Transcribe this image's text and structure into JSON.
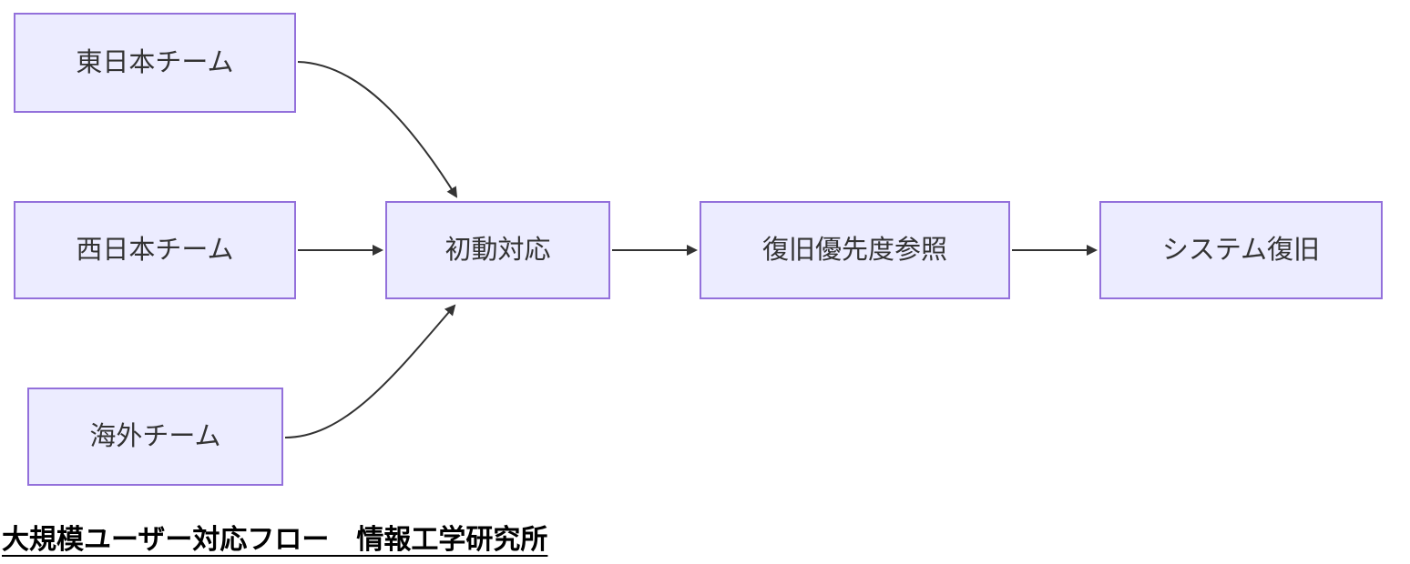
{
  "diagram": {
    "type": "flowchart",
    "direction": "left-to-right",
    "nodes": [
      {
        "id": "east-japan-team",
        "label": "東日本チーム"
      },
      {
        "id": "west-japan-team",
        "label": "西日本チーム"
      },
      {
        "id": "overseas-team",
        "label": "海外チーム"
      },
      {
        "id": "initial-response",
        "label": "初動対応"
      },
      {
        "id": "recovery-priority",
        "label": "復旧優先度参照"
      },
      {
        "id": "system-recovery",
        "label": "システム復旧"
      }
    ],
    "edges": [
      {
        "from": "東日本チーム",
        "to": "初動対応"
      },
      {
        "from": "西日本チーム",
        "to": "初動対応"
      },
      {
        "from": "海外チーム",
        "to": "初動対応"
      },
      {
        "from": "初動対応",
        "to": "復旧優先度参照"
      },
      {
        "from": "復旧優先度参照",
        "to": "システム復旧"
      }
    ],
    "caption": "大規模ユーザー対応フロー　情報工学研究所",
    "colors": {
      "node_fill": "#ECECFF",
      "node_border": "#9370DB",
      "edge": "#333333",
      "node_text": "#333333",
      "caption_text": "#000000",
      "background": "#FFFFFF"
    }
  }
}
